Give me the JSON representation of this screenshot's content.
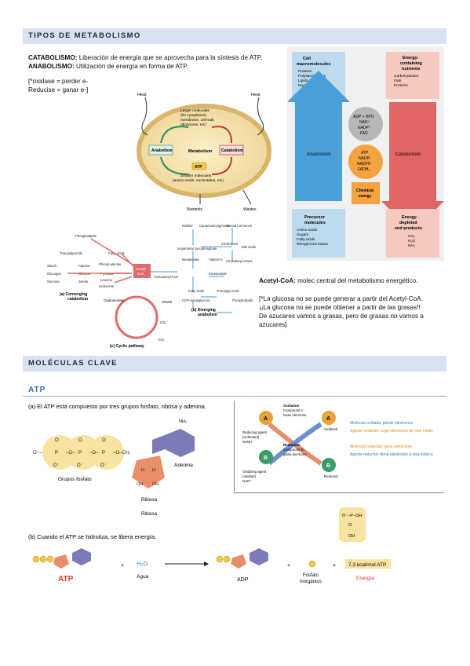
{
  "section1": {
    "title": "TIPOS DE METABOLISMO"
  },
  "intro": {
    "catabolismo_label": "CATABOLISMO:",
    "catabolismo_text": " Liberación de energía que se aprovecha para la síntesis de ATP.",
    "anabolismo_label": "ANABOLISMO:",
    "anabolismo_text": " Utilización de energía en forma de ATP.",
    "note_line1": "[*oxidase = perder e-",
    "note_line2": "Reducise = ganar e-]"
  },
  "fig_metabolism": {
    "heat_left": "Heat",
    "heat_right": "Heat",
    "larger_molecules": [
      "Larger molecules",
      "(for cytoplasmic",
      "membrane, cell wall,",
      "ribosomes, etc)"
    ],
    "anabolism": "Anabolism",
    "metabolism": "Metabolism",
    "catabolism": "Catabolism",
    "atp": "ATP",
    "smaller_molecules": [
      "Smaller molecules",
      "(amino acids, nucleotides, etc)"
    ],
    "nutrients": "Nutrients",
    "wastes": "Wastes"
  },
  "fig_energy": {
    "cell_macromolecules": [
      "Cell",
      "macromolecules"
    ],
    "macro_list": [
      "Proteins",
      "Polysaccharides",
      "Lipids",
      "Nucleic acids"
    ],
    "energy_nutrients": [
      "Energy-",
      "containing",
      "nutrients"
    ],
    "nutrient_list": [
      "Carbohydrates",
      "Fats",
      "Proteins"
    ],
    "cofactors_top": [
      "ADP + HPO",
      "NAD⁺",
      "NADP⁺",
      "FAD"
    ],
    "cofactors_bottom": [
      "ATP",
      "NADH",
      "NADPH",
      "FADH₂"
    ],
    "anabolism": "Anabolism",
    "catabolism": "Catabolism",
    "chemical_energy": [
      "Chemical",
      "energy"
    ],
    "precursor": [
      "Precursor",
      "molecules"
    ],
    "precursor_list": [
      "Amino acids",
      "Sugars",
      "Fatty acids",
      "Nitrogenous bases"
    ],
    "depleted": [
      "Energy-",
      "depleted",
      "end products"
    ],
    "depleted_list": [
      "CO₂",
      "H₂O",
      "NH₃"
    ]
  },
  "fig_pathways": {
    "left_nodes": [
      "Phospholipids",
      "Triacylglycerols",
      "Fatty acids",
      "Starch",
      "Glycogen",
      "Sucrose",
      "Alanine",
      "Phenyl-alanine",
      "Glucose",
      "Serine",
      "Pyruvate",
      "Leucine",
      "Isoleucine"
    ],
    "center": [
      "Acetyl-",
      "CoA"
    ],
    "right_nodes": [
      "Rubber",
      "Carotenoid pigments",
      "Steroid hormones",
      "Isopentenyl pyrophosphate",
      "Cholesterol",
      "Bile acids",
      "Mevalonate",
      "Vitamin K",
      "Cholesteryl esters",
      "Acetoacetyl-CoA",
      "Eicosanoids",
      "Fatty acids",
      "Triacylglycerols",
      "CDP-diacylglycerol",
      "Phospholipids"
    ],
    "citrate": "Citrate",
    "oxaloacetate": "Oxaloacetate",
    "co2": "CO₂",
    "label_a": [
      "(a) Converging",
      "catabolism"
    ],
    "label_b": [
      "(b) Diverging",
      "anabolism"
    ],
    "label_c": "(c) Cyclic pathway"
  },
  "acetyl": {
    "label": "Acetyl-CoA:",
    "text": " molec central del metabolismo energético.",
    "note": [
      "[*La glucosa no se puede generar a partir del Acetyl-CoA.",
      "¡¡La glucosa no se puede obtener a partir de las grasas!!",
      "De azucares vamos a grasas, pero de grasas no vamos a",
      "azucares]"
    ]
  },
  "section2": {
    "title": "MOLÉCULAS CLAVE"
  },
  "atp_section": {
    "title": "ATP",
    "caption_a": "(a) El ATP está compuesto por tres grupos fosfato, ribosa y adenina.",
    "grupos_fosfato": "Grupos fosfato",
    "ribosa": "Ribosa",
    "ribosa2": "Ribosa",
    "adenina": "Adenina",
    "nh2": "NH₂",
    "caption_b": "(b) Cuando el ATP se hidroliza, se libera energía.",
    "atp_label": "ATP",
    "agua": "Agua",
    "h2o": "H₂O",
    "adp": "ADP",
    "fosfato": [
      "Fosfato",
      "inorgánico"
    ],
    "energy_value": "7,3 kcal/mol ATP",
    "energia": "Energía"
  },
  "redox": {
    "oxidation": "Oxidation",
    "compound_a": "Compound A",
    "loses": "loses electrons",
    "reduction": "Reduction",
    "compound_b": "Compound B",
    "gains": "gains electrons",
    "reducing_agent": [
      "Reducing agent",
      "(reductant)",
      "NADH"
    ],
    "oxidizing_agent": [
      "Oxidizing agent",
      "(oxidant)",
      "NAD⁺"
    ],
    "oxidized": "Oxidized",
    "reduced": "Reduced",
    "legend": [
      {
        "text": "Molécula oxidada: pierde electrones",
        "color": "#2e7bc0"
      },
      {
        "text": "Agente oxidante: coge electrones de otra moléc",
        "color": "#e08a1e"
      },
      {
        "text": "Molécula reducida: gana electrones",
        "color": "#e08a1e"
      },
      {
        "text": "Agente reductor: dona electrones a otra molécu",
        "color": "#2e7bc0"
      }
    ]
  }
}
